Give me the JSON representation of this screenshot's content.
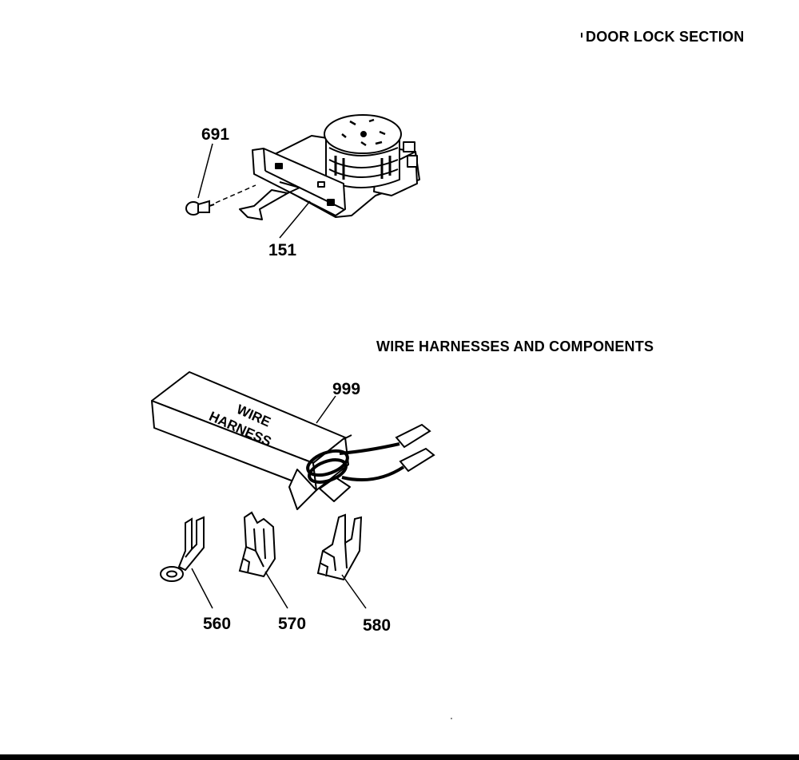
{
  "sections": {
    "door_lock_title": "DOOR LOCK SECTION",
    "wire_title": "WIRE HARNESSES AND COMPONENTS"
  },
  "parts": {
    "p691": "691",
    "p151": "151",
    "p999": "999",
    "p560": "560",
    "p570": "570",
    "p580": "580"
  },
  "box_label": {
    "line1": "WIRE",
    "line2": "HARNESS"
  }
}
